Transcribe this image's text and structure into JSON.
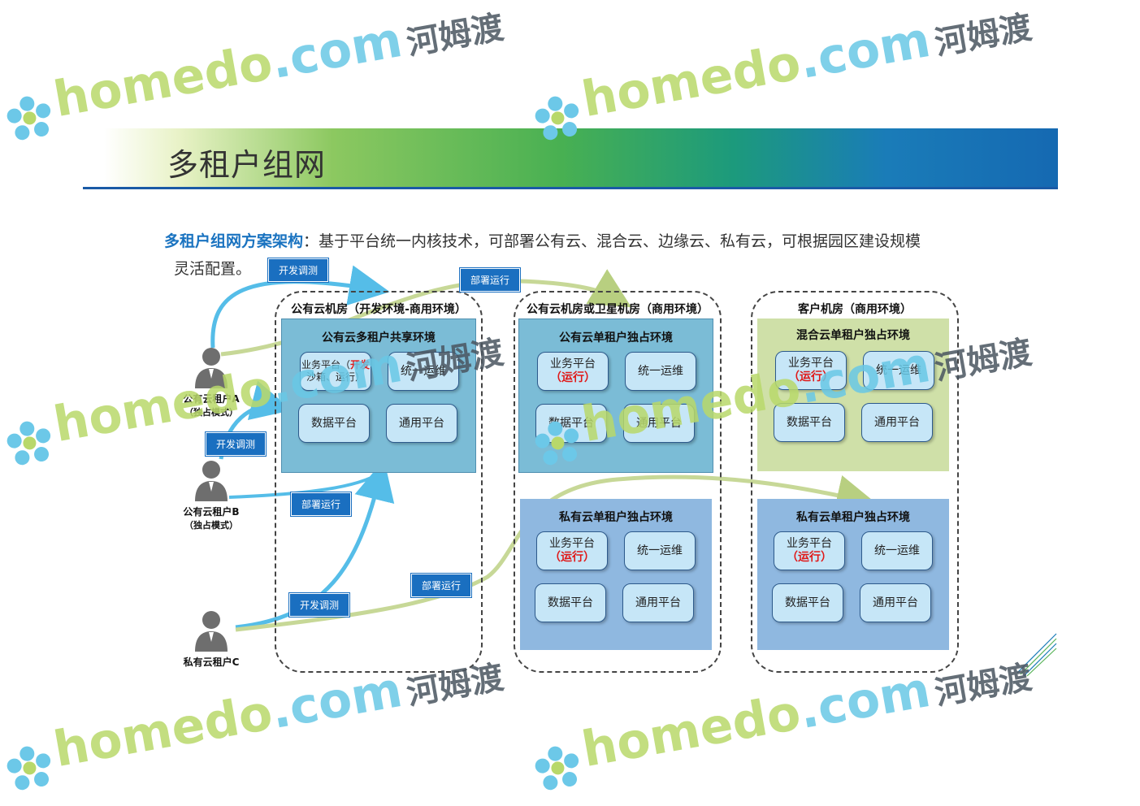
{
  "title": "多租户组网",
  "intro": {
    "lead": "多租户组网方案架构",
    "text": "：基于平台统一内核技术，可部署公有云、混合云、边缘云、私有云，可根据园区建设规模",
    "text2": "灵活配置。"
  },
  "rooms": [
    {
      "title": "公有云机房（开发环境-商用环境）"
    },
    {
      "title": "公有云机房或卫星机房（商用环境）"
    },
    {
      "title": "客户机房（商用环境）"
    }
  ],
  "envs": [
    {
      "title": "公有云多租户共享环境",
      "m1a": "业务平台（",
      "m1b": "开发",
      "m1c": "沙箱、运行）",
      "m2": "统一运维",
      "m3": "数据平台",
      "m4": "通用平台"
    },
    {
      "title": "公有云单租户独占环境",
      "m1a": "业务平台",
      "m1b": "（运行）",
      "m2": "统一运维",
      "m3": "数据平台",
      "m4": "通用平台"
    },
    {
      "title": "私有云单租户独占环境",
      "m1a": "业务平台",
      "m1b": "（运行）",
      "m2": "统一运维",
      "m3": "数据平台",
      "m4": "通用平台"
    },
    {
      "title": "混合云单租户独占环境",
      "m1a": "业务平台",
      "m1b": "（运行）",
      "m2": "统一运维",
      "m3": "数据平台",
      "m4": "通用平台"
    },
    {
      "title": "私有云单租户独占环境",
      "m1a": "业务平台",
      "m1b": "（运行）",
      "m2": "统一运维",
      "m3": "数据平台",
      "m4": "通用平台"
    }
  ],
  "users": [
    {
      "name": "公有云租户A",
      "mode": "（独占模式）"
    },
    {
      "name": "公有云租户B",
      "mode": "（独占模式）"
    },
    {
      "name": "私有云租户C",
      "mode": ""
    }
  ],
  "tags": {
    "dev": "开发调测",
    "deploy": "部署运行"
  },
  "watermark": {
    "brand": "homedo",
    "domain": ".com",
    "cn": "河姆渡"
  },
  "colors": {
    "shared_env": "#7bbcd6",
    "public_env": "#7bbcd6",
    "private_env": "#8fb8e0",
    "hybrid_env": "#cfe0a8",
    "module": "#c6e6f7",
    "tag": "#1a6fc0",
    "accent_title": "#1a73c0",
    "highlight": "#e01818"
  }
}
